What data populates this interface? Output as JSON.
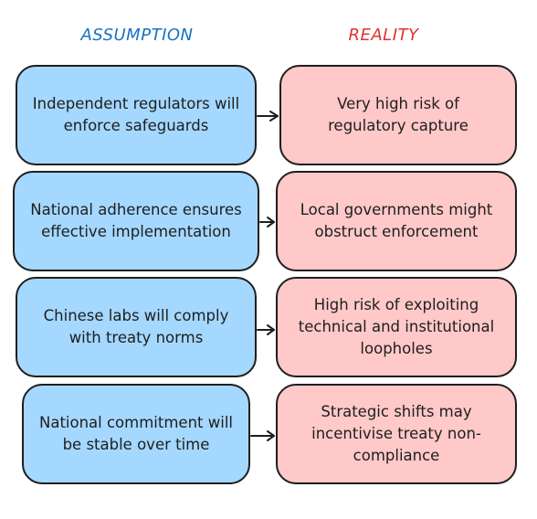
{
  "headers": {
    "assumption": "ASSUMPTION",
    "reality": "REALITY"
  },
  "rows": [
    {
      "assumption": "Independent regulators will enforce safeguards",
      "reality": "Very high risk of regulatory capture"
    },
    {
      "assumption": "National adherence ensures effective implementation",
      "reality": "Local governments might obstruct enforcement"
    },
    {
      "assumption": "Chinese labs will comply with treaty norms",
      "reality": "High risk of exploiting technical and institutional loopholes"
    },
    {
      "assumption": "National commitment will be stable over time",
      "reality": "Strategic shifts may incentivise treaty non-compliance"
    }
  ],
  "colors": {
    "assumption_header": "#1971c2",
    "reality_header": "#e03131",
    "assumption_fill": "#a5d8ff",
    "reality_fill": "#ffc9c9",
    "stroke": "#1e1e1e"
  }
}
